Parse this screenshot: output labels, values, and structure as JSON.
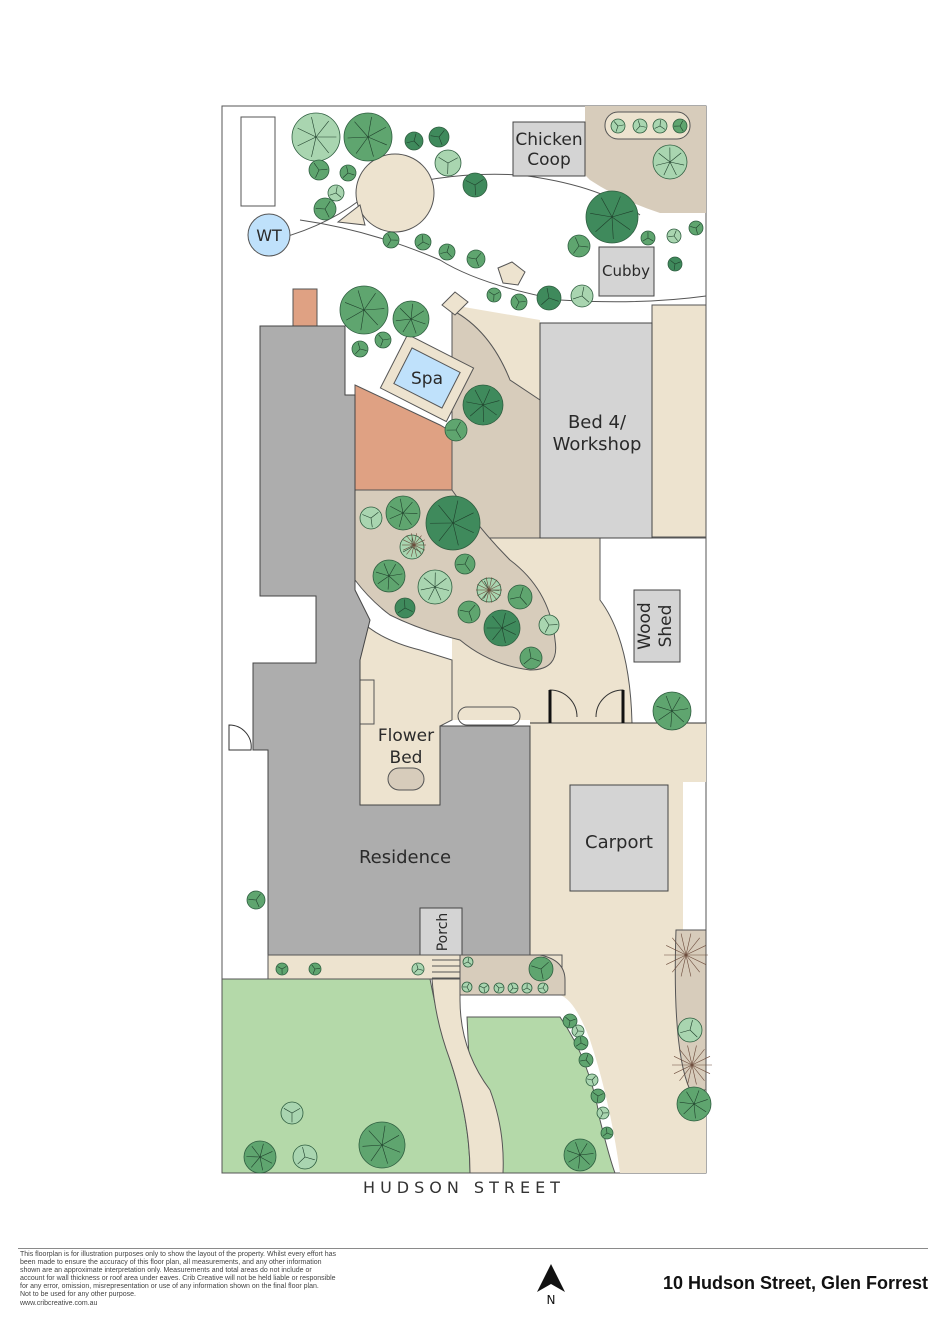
{
  "labels": {
    "chicken_coop_line1": "Chicken",
    "chicken_coop_line2": "Coop",
    "wt": "WT",
    "cubby": "Cubby",
    "spa": "Spa",
    "bed4_line1": "Bed 4/",
    "bed4_line2": "Workshop",
    "wood_shed_line1": "Wood",
    "wood_shed_line2": "Shed",
    "flower_bed_line1": "Flower",
    "flower_bed_line2": "Bed",
    "residence": "Residence",
    "carport": "Carport",
    "porch": "Porch"
  },
  "street": "HUDSON STREET",
  "disclaimer": [
    "This floorplan is for illustration purposes only to show the layout of the property. Whilst every effort has",
    "been made to ensure the accuracy of this floor plan, all measurements, and any other information",
    "shown are an approximate interpretation only. Measurements and total areas do not include or",
    "account for wall thickness or roof area under eaves. Crib Creative will not be held liable or responsible",
    "for any error, omission, misrepresentation or use of any information shown on the final floor plan.",
    "Not to be used for any other purpose.",
    "www.cribcreative.com.au"
  ],
  "north_label": "N",
  "address": "10 Hudson Street, Glen Forrest",
  "colors": {
    "paving": "#ede3cf",
    "garden_bed": "#d7ccbb",
    "house": "#adadad",
    "shed": "#d4d4d4",
    "lawn": "#b4d9a9",
    "deck": "#dfa183",
    "water": "#bfe1fb",
    "tree_dark": "#3f8a5c",
    "tree_mid": "#5fa56f",
    "tree_light": "#a9d5b0"
  }
}
